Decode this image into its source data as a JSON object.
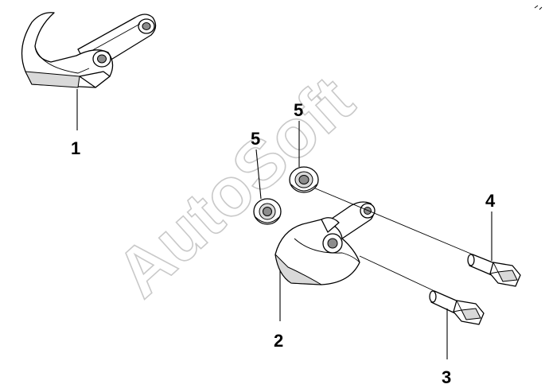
{
  "watermark": "AutoSoft",
  "callouts": {
    "c1": "1",
    "c2": "2",
    "c3": "3",
    "c4": "4",
    "c5a": "5",
    "c5b": "5"
  }
}
